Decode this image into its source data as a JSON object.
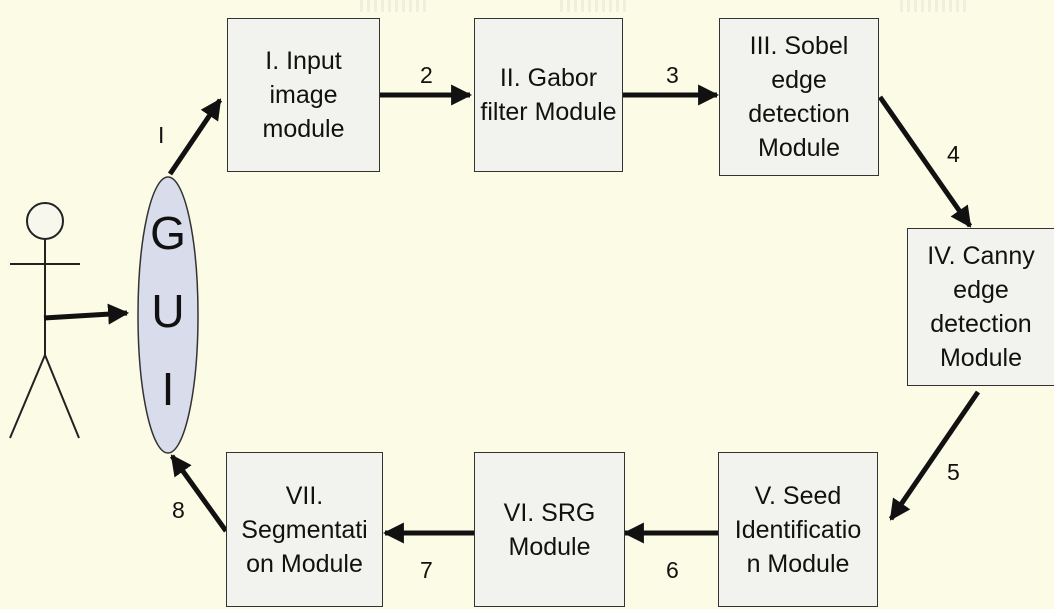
{
  "modules": [
    {
      "id": "input",
      "label": "I. Input\nimage\nmodule"
    },
    {
      "id": "gabor",
      "label": "II. Gabor\nfilter Module"
    },
    {
      "id": "sobel",
      "label": "III. Sobel\nedge\ndetection\nModule"
    },
    {
      "id": "canny",
      "label": "IV. Canny\nedge\ndetection\nModule"
    },
    {
      "id": "seed",
      "label": "V. Seed\nIdentificatio\nn Module"
    },
    {
      "id": "srg",
      "label": "VI. SRG\nModule"
    },
    {
      "id": "segmentation",
      "label": "VII.\nSegmentati\non Module"
    }
  ],
  "gui": {
    "letters": [
      "G",
      "U",
      "I"
    ]
  },
  "edge_labels": [
    "I",
    "2",
    "3",
    "4",
    "5",
    "6",
    "7",
    "8"
  ],
  "colors": {
    "background": "#fbfbe6",
    "box_fill": "#f2f2ee",
    "gui_fill": "#d9dcea",
    "line": "#111111"
  }
}
